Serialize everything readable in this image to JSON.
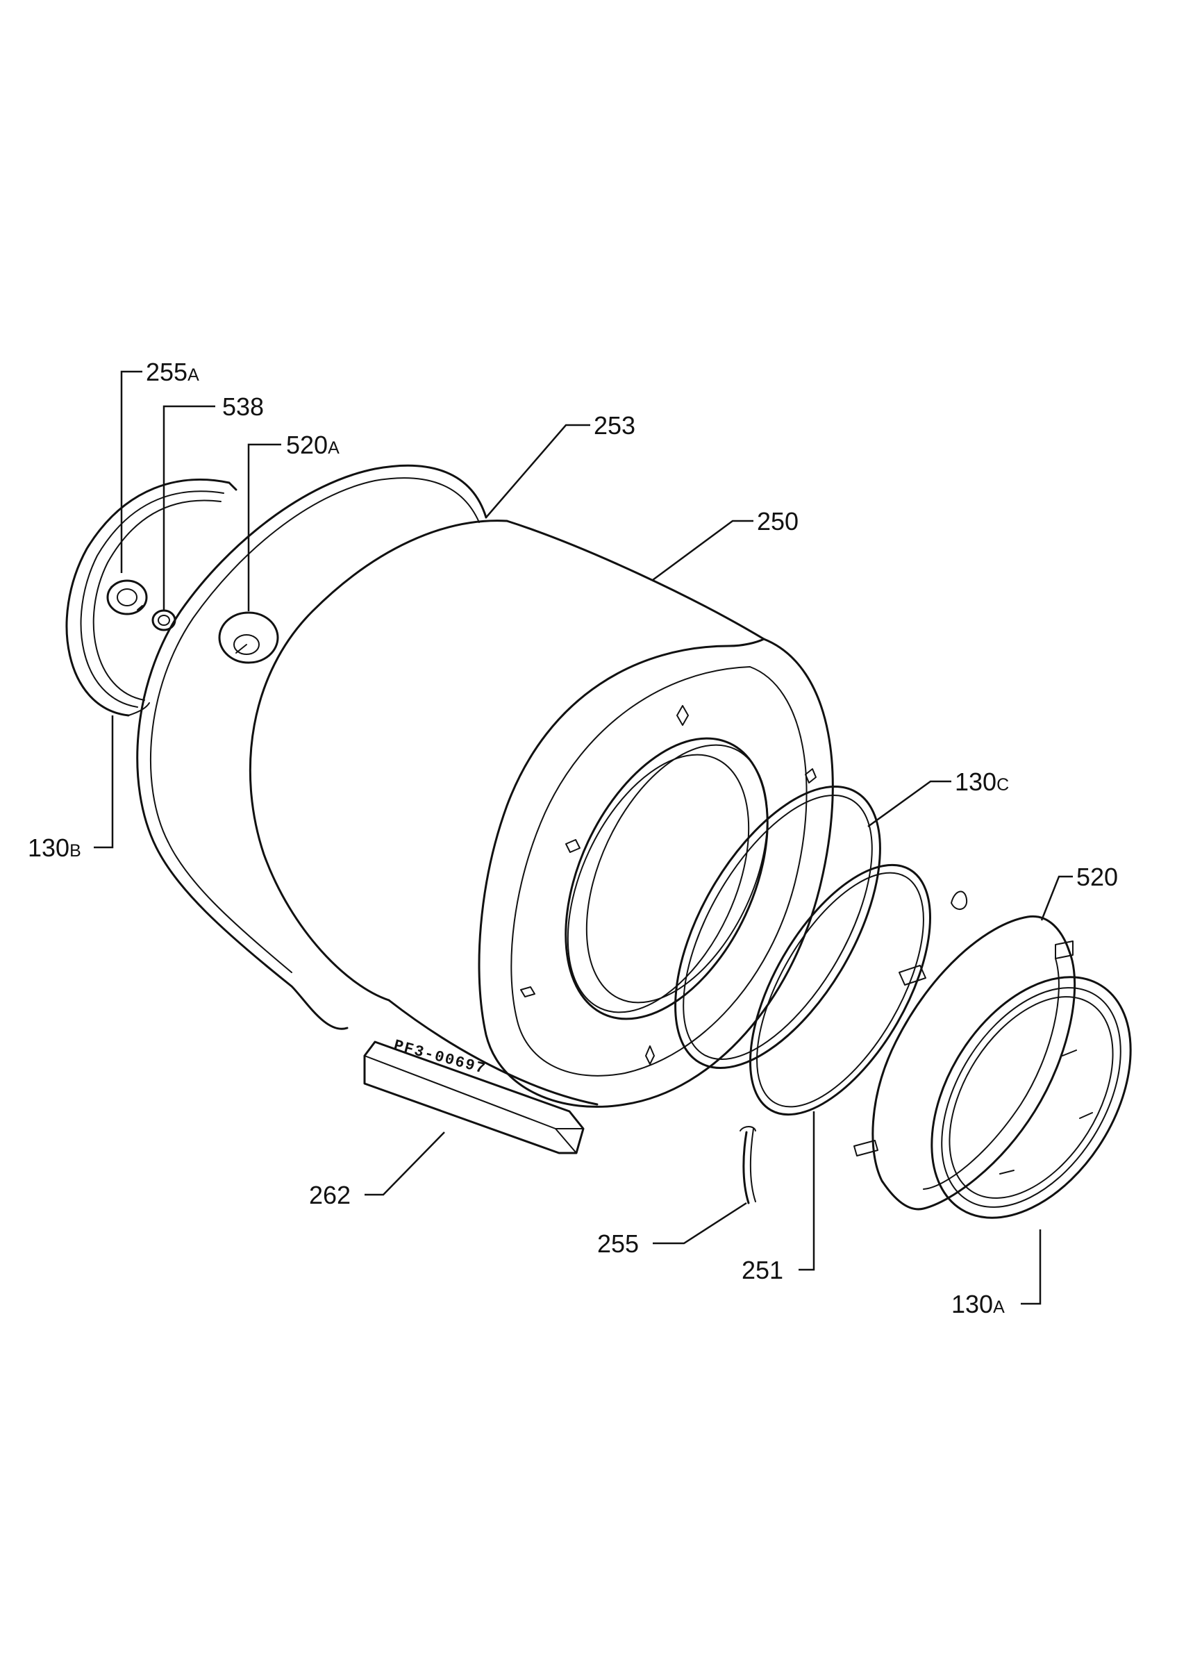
{
  "parts": [
    {
      "id": "part-255a",
      "num": "255",
      "suffix": "A"
    },
    {
      "id": "part-538",
      "num": "538",
      "suffix": ""
    },
    {
      "id": "part-520a",
      "num": "520",
      "suffix": "A"
    },
    {
      "id": "part-253",
      "num": "253",
      "suffix": ""
    },
    {
      "id": "part-250",
      "num": "250",
      "suffix": ""
    },
    {
      "id": "part-130b",
      "num": "130",
      "suffix": "B"
    },
    {
      "id": "part-130c",
      "num": "130",
      "suffix": "C"
    },
    {
      "id": "part-520",
      "num": "520",
      "suffix": ""
    },
    {
      "id": "part-262",
      "num": "262",
      "suffix": ""
    },
    {
      "id": "part-255",
      "num": "255",
      "suffix": ""
    },
    {
      "id": "part-251",
      "num": "251",
      "suffix": ""
    },
    {
      "id": "part-130a",
      "num": "130",
      "suffix": "A"
    }
  ],
  "drawing_code": "PF3-00697"
}
